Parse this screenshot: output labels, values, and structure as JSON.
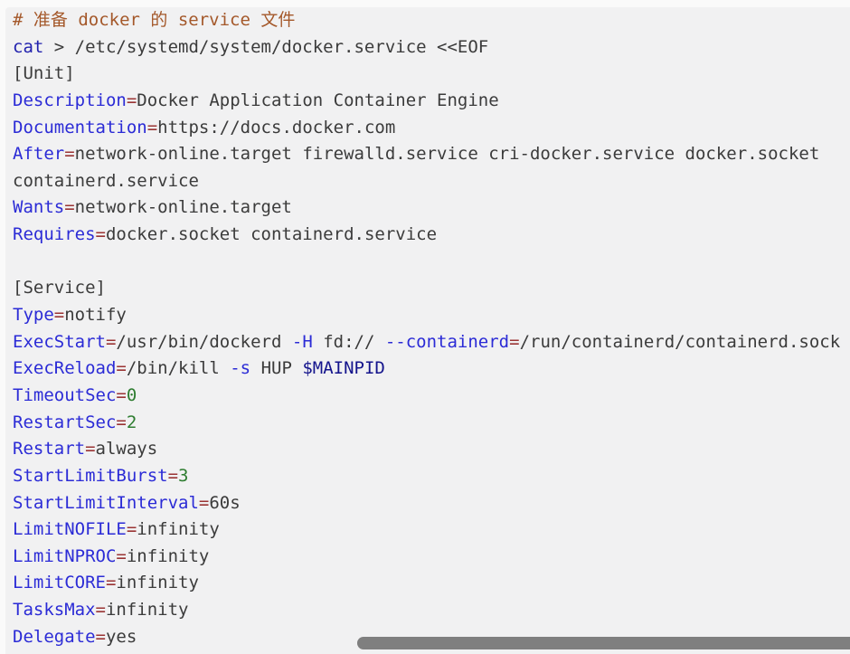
{
  "page": {
    "background": "#fafafa",
    "code_background": "#f1f1f2"
  },
  "scrollbar": {
    "color": "#7f7f7f"
  },
  "code": {
    "language": "shell-systemd-unit",
    "token_colors": {
      "comment": "#a4582a",
      "cmd": "#2222ae",
      "key": "#2b2bd6",
      "eq": "#9a3434",
      "text": "#3b3b3b",
      "num": "#2f7d31",
      "var": "#14148c"
    },
    "lines": [
      {
        "tokens": [
          {
            "t": "# 准备 docker 的 service 文件",
            "c": "comment"
          }
        ]
      },
      {
        "tokens": [
          {
            "t": "cat",
            "c": "cmd"
          },
          {
            "t": " > /etc/systemd/system/docker.service <<EOF",
            "c": "text"
          }
        ]
      },
      {
        "tokens": [
          {
            "t": "[Unit]",
            "c": "text"
          }
        ]
      },
      {
        "tokens": [
          {
            "t": "Description",
            "c": "key"
          },
          {
            "t": "=",
            "c": "eq"
          },
          {
            "t": "Docker Application Container Engine",
            "c": "text"
          }
        ]
      },
      {
        "tokens": [
          {
            "t": "Documentation",
            "c": "key"
          },
          {
            "t": "=",
            "c": "eq"
          },
          {
            "t": "https://docs.docker.com",
            "c": "text"
          }
        ]
      },
      {
        "tokens": [
          {
            "t": "After",
            "c": "key"
          },
          {
            "t": "=",
            "c": "eq"
          },
          {
            "t": "network-online.target firewalld.service cri-docker.service docker.socket",
            "c": "text"
          }
        ]
      },
      {
        "tokens": [
          {
            "t": "containerd.service",
            "c": "text"
          }
        ]
      },
      {
        "tokens": [
          {
            "t": "Wants",
            "c": "key"
          },
          {
            "t": "=",
            "c": "eq"
          },
          {
            "t": "network-online.target",
            "c": "text"
          }
        ]
      },
      {
        "tokens": [
          {
            "t": "Requires",
            "c": "key"
          },
          {
            "t": "=",
            "c": "eq"
          },
          {
            "t": "docker.socket containerd.service",
            "c": "text"
          }
        ]
      },
      {
        "tokens": []
      },
      {
        "tokens": [
          {
            "t": "[Service]",
            "c": "text"
          }
        ]
      },
      {
        "tokens": [
          {
            "t": "Type",
            "c": "key"
          },
          {
            "t": "=",
            "c": "eq"
          },
          {
            "t": "notify",
            "c": "text"
          }
        ]
      },
      {
        "tokens": [
          {
            "t": "ExecStart",
            "c": "key"
          },
          {
            "t": "=",
            "c": "eq"
          },
          {
            "t": "/usr/bin/dockerd ",
            "c": "text"
          },
          {
            "t": "-H",
            "c": "key"
          },
          {
            "t": " fd:// ",
            "c": "text"
          },
          {
            "t": "--containerd",
            "c": "key"
          },
          {
            "t": "=",
            "c": "eq"
          },
          {
            "t": "/run/containerd/containerd.sock",
            "c": "text"
          }
        ]
      },
      {
        "tokens": [
          {
            "t": "ExecReload",
            "c": "key"
          },
          {
            "t": "=",
            "c": "eq"
          },
          {
            "t": "/bin/kill ",
            "c": "text"
          },
          {
            "t": "-s",
            "c": "key"
          },
          {
            "t": " HUP ",
            "c": "text"
          },
          {
            "t": "$MAINPID",
            "c": "var"
          }
        ]
      },
      {
        "tokens": [
          {
            "t": "TimeoutSec",
            "c": "key"
          },
          {
            "t": "=",
            "c": "eq"
          },
          {
            "t": "0",
            "c": "num"
          }
        ]
      },
      {
        "tokens": [
          {
            "t": "RestartSec",
            "c": "key"
          },
          {
            "t": "=",
            "c": "eq"
          },
          {
            "t": "2",
            "c": "num"
          }
        ]
      },
      {
        "tokens": [
          {
            "t": "Restart",
            "c": "key"
          },
          {
            "t": "=",
            "c": "eq"
          },
          {
            "t": "always",
            "c": "text"
          }
        ]
      },
      {
        "tokens": [
          {
            "t": "StartLimitBurst",
            "c": "key"
          },
          {
            "t": "=",
            "c": "eq"
          },
          {
            "t": "3",
            "c": "num"
          }
        ]
      },
      {
        "tokens": [
          {
            "t": "StartLimitInterval",
            "c": "key"
          },
          {
            "t": "=",
            "c": "eq"
          },
          {
            "t": "60s",
            "c": "text"
          }
        ]
      },
      {
        "tokens": [
          {
            "t": "LimitNOFILE",
            "c": "key"
          },
          {
            "t": "=",
            "c": "eq"
          },
          {
            "t": "infinity",
            "c": "text"
          }
        ]
      },
      {
        "tokens": [
          {
            "t": "LimitNPROC",
            "c": "key"
          },
          {
            "t": "=",
            "c": "eq"
          },
          {
            "t": "infinity",
            "c": "text"
          }
        ]
      },
      {
        "tokens": [
          {
            "t": "LimitCORE",
            "c": "key"
          },
          {
            "t": "=",
            "c": "eq"
          },
          {
            "t": "infinity",
            "c": "text"
          }
        ]
      },
      {
        "tokens": [
          {
            "t": "TasksMax",
            "c": "key"
          },
          {
            "t": "=",
            "c": "eq"
          },
          {
            "t": "infinity",
            "c": "text"
          }
        ]
      },
      {
        "tokens": [
          {
            "t": "Delegate",
            "c": "key"
          },
          {
            "t": "=",
            "c": "eq"
          },
          {
            "t": "yes",
            "c": "text"
          }
        ]
      }
    ]
  }
}
